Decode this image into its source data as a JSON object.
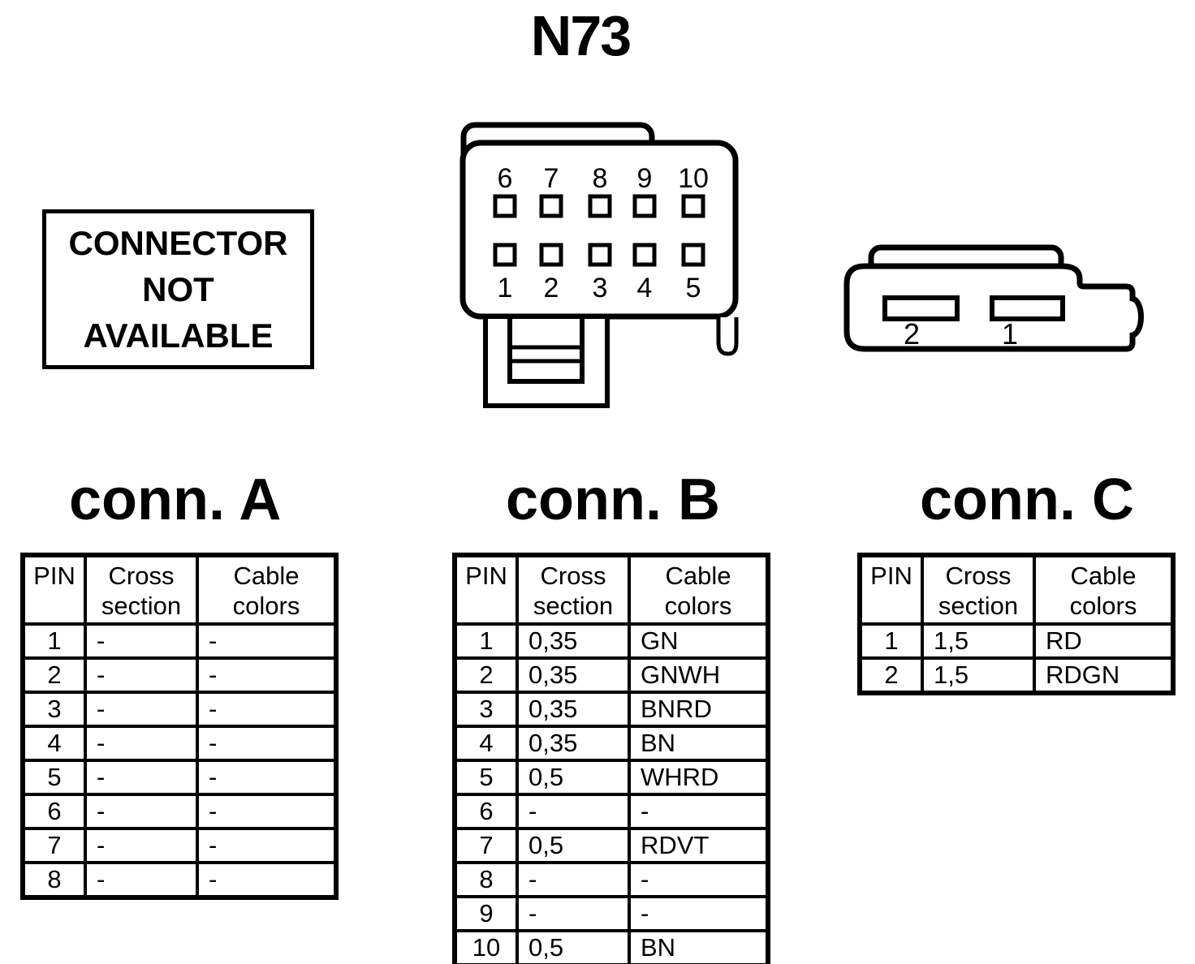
{
  "title": "N73",
  "not_available": {
    "text": "CONNECTOR NOT AVAILABLE"
  },
  "connector_b": {
    "pins_top": [
      "6",
      "7",
      "8",
      "9",
      "10"
    ],
    "pins_bottom": [
      "1",
      "2",
      "3",
      "4",
      "5"
    ]
  },
  "connector_c": {
    "pins": [
      "2",
      "1"
    ]
  },
  "sections": {
    "a": {
      "title": "conn. A",
      "headers": [
        "PIN",
        "Cross\nsection",
        "Cable\ncolors"
      ],
      "rows": [
        [
          "1",
          "-",
          "-"
        ],
        [
          "2",
          "-",
          "-"
        ],
        [
          "3",
          "-",
          "-"
        ],
        [
          "4",
          "-",
          "-"
        ],
        [
          "5",
          "-",
          "-"
        ],
        [
          "6",
          "-",
          "-"
        ],
        [
          "7",
          "-",
          "-"
        ],
        [
          "8",
          "-",
          "-"
        ]
      ]
    },
    "b": {
      "title": "conn. B",
      "headers": [
        "PIN",
        "Cross\nsection",
        "Cable\ncolors"
      ],
      "rows": [
        [
          "1",
          "0,35",
          "GN"
        ],
        [
          "2",
          "0,35",
          "GNWH"
        ],
        [
          "3",
          "0,35",
          "BNRD"
        ],
        [
          "4",
          "0,35",
          "BN"
        ],
        [
          "5",
          "0,5",
          "WHRD"
        ],
        [
          "6",
          "-",
          "-"
        ],
        [
          "7",
          "0,5",
          "RDVT"
        ],
        [
          "8",
          "-",
          "-"
        ],
        [
          "9",
          "-",
          "-"
        ],
        [
          "10",
          "0,5",
          "BN"
        ]
      ]
    },
    "c": {
      "title": "conn. C",
      "headers": [
        "PIN",
        "Cross\nsection",
        "Cable\ncolors"
      ],
      "rows": [
        [
          "1",
          "1,5",
          "RD"
        ],
        [
          "2",
          "1,5",
          "RDGN"
        ]
      ]
    }
  },
  "colors": {
    "ink": "#000000",
    "background": "#ffffff"
  }
}
